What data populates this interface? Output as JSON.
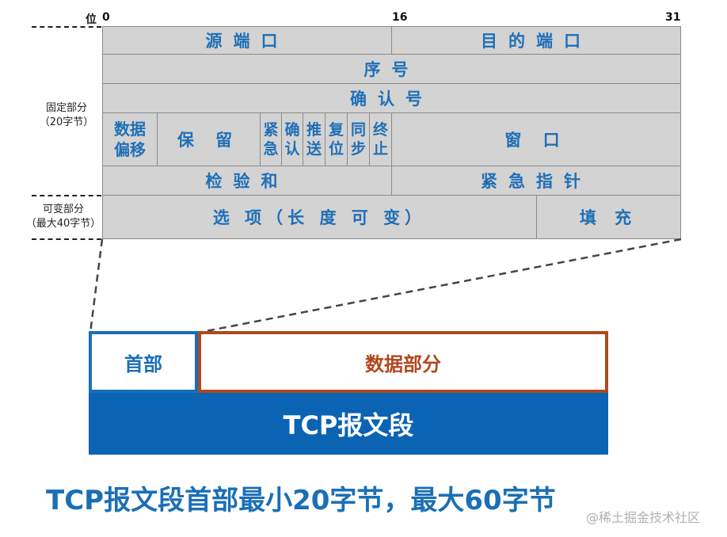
{
  "bits": {
    "label": "位",
    "b0": "0",
    "b16": "16",
    "b31": "31"
  },
  "fields": {
    "src_port": "源端口",
    "dst_port": "目的端口",
    "seq": "序号",
    "ack": "确认号",
    "data_offset": [
      "数据",
      "偏移"
    ],
    "reserved": "保 留",
    "flags": [
      [
        "紧",
        "急"
      ],
      [
        "确",
        "认"
      ],
      [
        "推",
        "送"
      ],
      [
        "复",
        "位"
      ],
      [
        "同",
        "步"
      ],
      [
        "终",
        "止"
      ]
    ],
    "window": "窗 口",
    "checksum": "检验和",
    "urgent_ptr": "紧急指针",
    "options": "选 项（长 度 可 变）",
    "padding": "填 充"
  },
  "side": {
    "fixed": [
      "固定部分",
      "（20字节）"
    ],
    "variable": [
      "可变部分",
      "（最大40字节）"
    ]
  },
  "segment": {
    "header": "首部",
    "data": "数据部分",
    "title": "TCP报文段"
  },
  "caption": "TCP报文段首部最小20字节，最大60字节",
  "watermark": "@稀土掘金技术社区",
  "colors": {
    "field_text": "#1f6fb7",
    "field_bg": "#d3d3d3",
    "header": "#1a6fb6",
    "data": "#b0481e",
    "segment": "#0b63b3"
  }
}
